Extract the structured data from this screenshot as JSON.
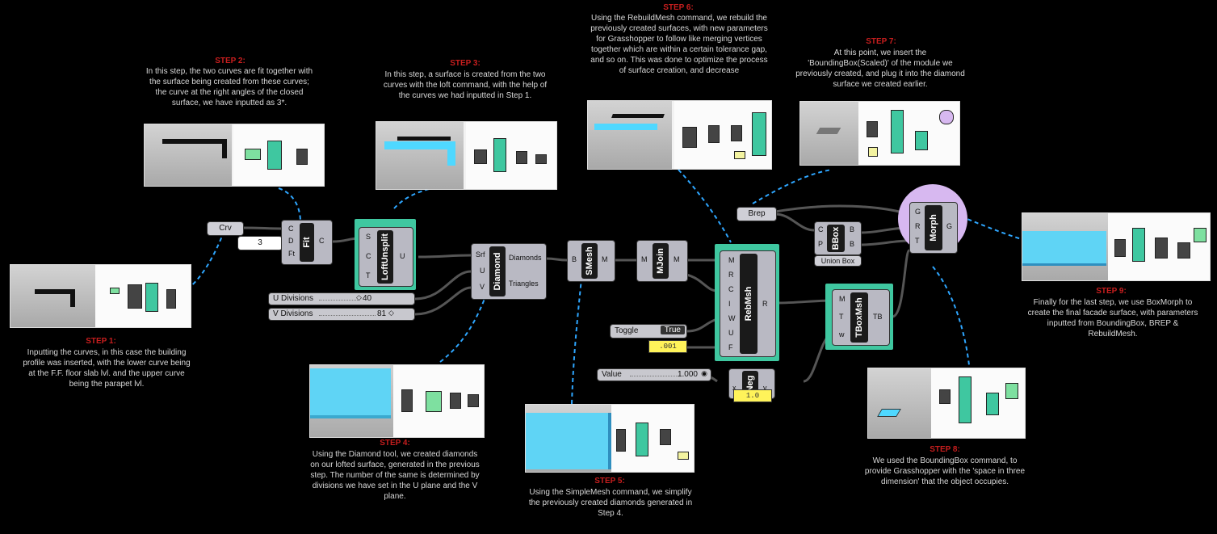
{
  "steps": {
    "s1": {
      "title": "STEP 1:",
      "text": "Inputting the curves, in this case the building profile was inserted, with the lower curve being at the F.F. floor slab lvl. and the upper curve being the parapet lvl."
    },
    "s2": {
      "title": "STEP 2:",
      "text": "In this step, the two curves are fit together with the surface being created from these curves; the curve at the right angles of the closed surface, we have inputted as 3*."
    },
    "s3": {
      "title": "STEP 3:",
      "text": "In this step, a surface is created from the two curves with the loft command, with the help of the curves we had inputted in Step 1."
    },
    "s4": {
      "title": "STEP 4:",
      "text": "Using the Diamond tool, we created diamonds on our lofted surface, generated in the previous step. The number of the same is determined by divisions we have set in the U plane and the V plane."
    },
    "s5": {
      "title": "STEP 5:",
      "text": "Using the SimpleMesh command, we simplify the previously created diamonds generated in Step 4."
    },
    "s6": {
      "title": "STEP 6:",
      "text": "Using the RebuildMesh command, we rebuild the previously created surfaces, with new parameters for Grasshopper to follow like merging vertices together which are within a certain tolerance gap, and so on. This was done to optimize the process of surface creation, and decrease"
    },
    "s7": {
      "title": "STEP 7:",
      "text": "At this point, we insert the 'BoundingBox(Scaled)' of the module we previously created, and plug it into the diamond surface we created earlier."
    },
    "s8": {
      "title": "STEP 8:",
      "text": "We used the BoundingBox command, to provide Grasshopper with the 'space in three dimension' that the object occupies."
    },
    "s9": {
      "title": "STEP 9:",
      "text": "Finally for the last step, we use BoxMorph to create the final facade surface, with parameters inputted from BoundingBox, BREP & RebuildMesh."
    }
  },
  "nodes": {
    "crv": "Crv",
    "num3": "3",
    "fit": {
      "name": "Fit",
      "inputs": [
        "C",
        "D",
        "Ft"
      ],
      "outputs": [
        "C"
      ]
    },
    "loft": {
      "name": "LoftUnsplit",
      "inputs": [
        "S",
        "C",
        "T"
      ],
      "outputs": [
        "U"
      ]
    },
    "u_div": {
      "label": "U Divisions",
      "value": "40"
    },
    "v_div": {
      "label": "V Divisions",
      "value": "81"
    },
    "diamond": {
      "name": "Diamond",
      "inputs": [
        "Srf",
        "U",
        "V"
      ],
      "outputs": [
        "Diamonds",
        "Triangles"
      ]
    },
    "smesh": {
      "name": "SMesh",
      "inputs": [
        "B"
      ],
      "outputs": [
        "M"
      ]
    },
    "mjoin": {
      "name": "MJoin",
      "inputs": [
        "M"
      ],
      "outputs": [
        "M"
      ]
    },
    "rebmsh": {
      "name": "RebMsh",
      "inputs": [
        "M",
        "R",
        "C",
        "I",
        "W",
        "U",
        "F"
      ],
      "outputs": [
        "R"
      ]
    },
    "toggle": {
      "label": "Toggle",
      "value": "True"
    },
    "tol_panel": ".001",
    "brep": "Brep",
    "bbox": {
      "name": "BBox",
      "inputs": [
        "C",
        "P"
      ],
      "outputs": [
        "B",
        "B"
      ],
      "caption": "Union Box"
    },
    "tboxmsh": {
      "name": "TBoxMsh",
      "inputs": [
        "M",
        "T",
        "w"
      ],
      "outputs": [
        "TB"
      ]
    },
    "value": {
      "label": "Value",
      "value": "1.000"
    },
    "neg": {
      "name": "Neg",
      "inputs": [
        "x"
      ],
      "outputs": [
        "y"
      ]
    },
    "neg_panel": "1.0",
    "morph": {
      "name": "Morph",
      "inputs": [
        "G",
        "R",
        "T"
      ],
      "outputs": [
        "G"
      ]
    }
  },
  "colors": {
    "title_red": "#c81e1e",
    "select_teal": "#3fc7a0",
    "morph_purple": "#d7b8f0",
    "leader_blue": "#2ea6ff",
    "highlight_cyan": "#4fd8ff"
  }
}
